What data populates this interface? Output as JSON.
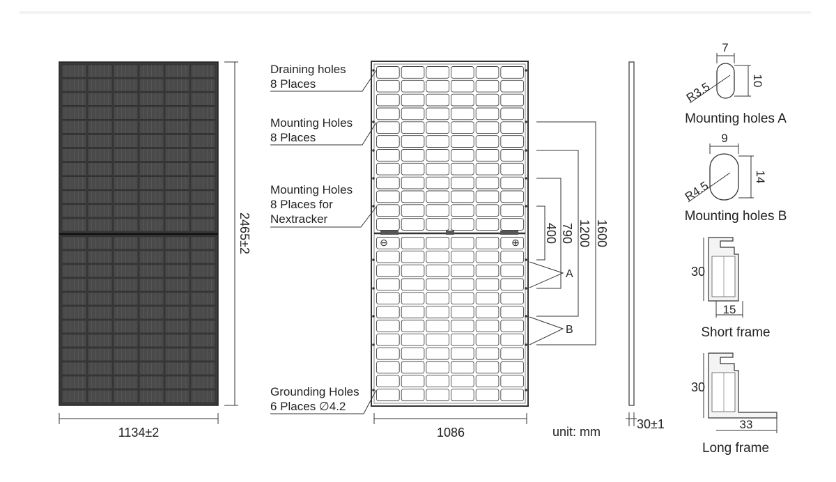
{
  "diagram": {
    "front_view": {
      "width_dim": "1134±2",
      "height_dim": "2465±2"
    },
    "back_view": {
      "width_dim": "1086",
      "callouts": {
        "draining_holes": [
          "Draining holes",
          "8 Places"
        ],
        "mounting_holes": [
          "Mounting Holes",
          "8 Places"
        ],
        "nextracker_holes": [
          "Mounting Holes",
          "8 Places for",
          "Nextracker"
        ],
        "grounding_holes": [
          "Grounding Holes",
          "6 Places ∅4.2"
        ]
      },
      "spacing_dims": [
        "400",
        "790",
        "1200",
        "1600"
      ],
      "hole_group_a": "A",
      "hole_group_b": "B",
      "junction_minus": "⊖",
      "junction_plus": "⊕"
    },
    "side_view": {
      "thickness_dim": "30±1"
    },
    "unit": "unit: mm",
    "details": {
      "holes_a": {
        "title": "Mounting holes A",
        "width": "7",
        "height": "10",
        "radius": "R3.5"
      },
      "holes_b": {
        "title": "Mounting holes B",
        "width": "9",
        "height": "14",
        "radius": "R4.5"
      },
      "short_frame": {
        "title": "Short frame",
        "height": "30",
        "width": "15"
      },
      "long_frame": {
        "title": "Long frame",
        "height": "30",
        "width": "33"
      }
    }
  }
}
